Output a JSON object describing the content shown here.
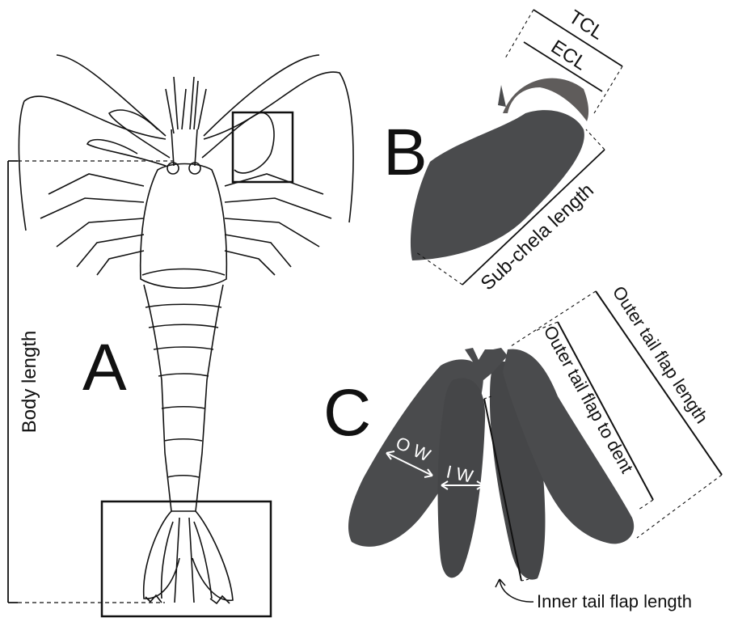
{
  "panels": {
    "a": {
      "letter": "A",
      "body_length_label": "Body length"
    },
    "b": {
      "letter": "B",
      "tcl_label": "TCL",
      "ecl_label": "ECL",
      "subchela_label": "Sub-chela length"
    },
    "c": {
      "letter": "C",
      "outer_tail_flap_length_label": "Outer tail flap length",
      "outer_tail_flap_to_dent_label": "Outer tail flap to dent",
      "outer_width_label": "O W",
      "inner_width_label": "I W",
      "inner_tail_flap_length_label": "Inner tail flap length"
    }
  },
  "colors": {
    "specimen": "#4a4b4d",
    "ink": "#111111",
    "background": "#ffffff"
  }
}
